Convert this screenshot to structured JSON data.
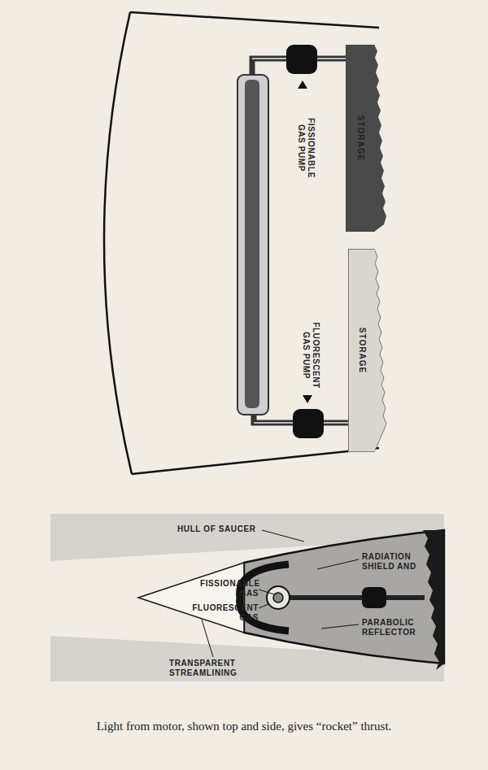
{
  "diagram": {
    "caption": "Light from motor, shown top and side, gives “rocket” thrust.",
    "nodes": [
      {
        "text": [
          "STORAGE"
        ]
      },
      {
        "text": [
          "STORAGE"
        ]
      }
    ],
    "labels": [
      "FISSIONABLE GAS PUMP",
      "FLUORESCENT GAS PUMP",
      "HULL OF SAUCER",
      "RADIATION SHIELD AND",
      "FISSIONABLE GAS",
      "FLUORESCENT GAS",
      "PARABOLIC REFLECTOR",
      "TRANSPARENT STREAMLINING"
    ]
  }
}
